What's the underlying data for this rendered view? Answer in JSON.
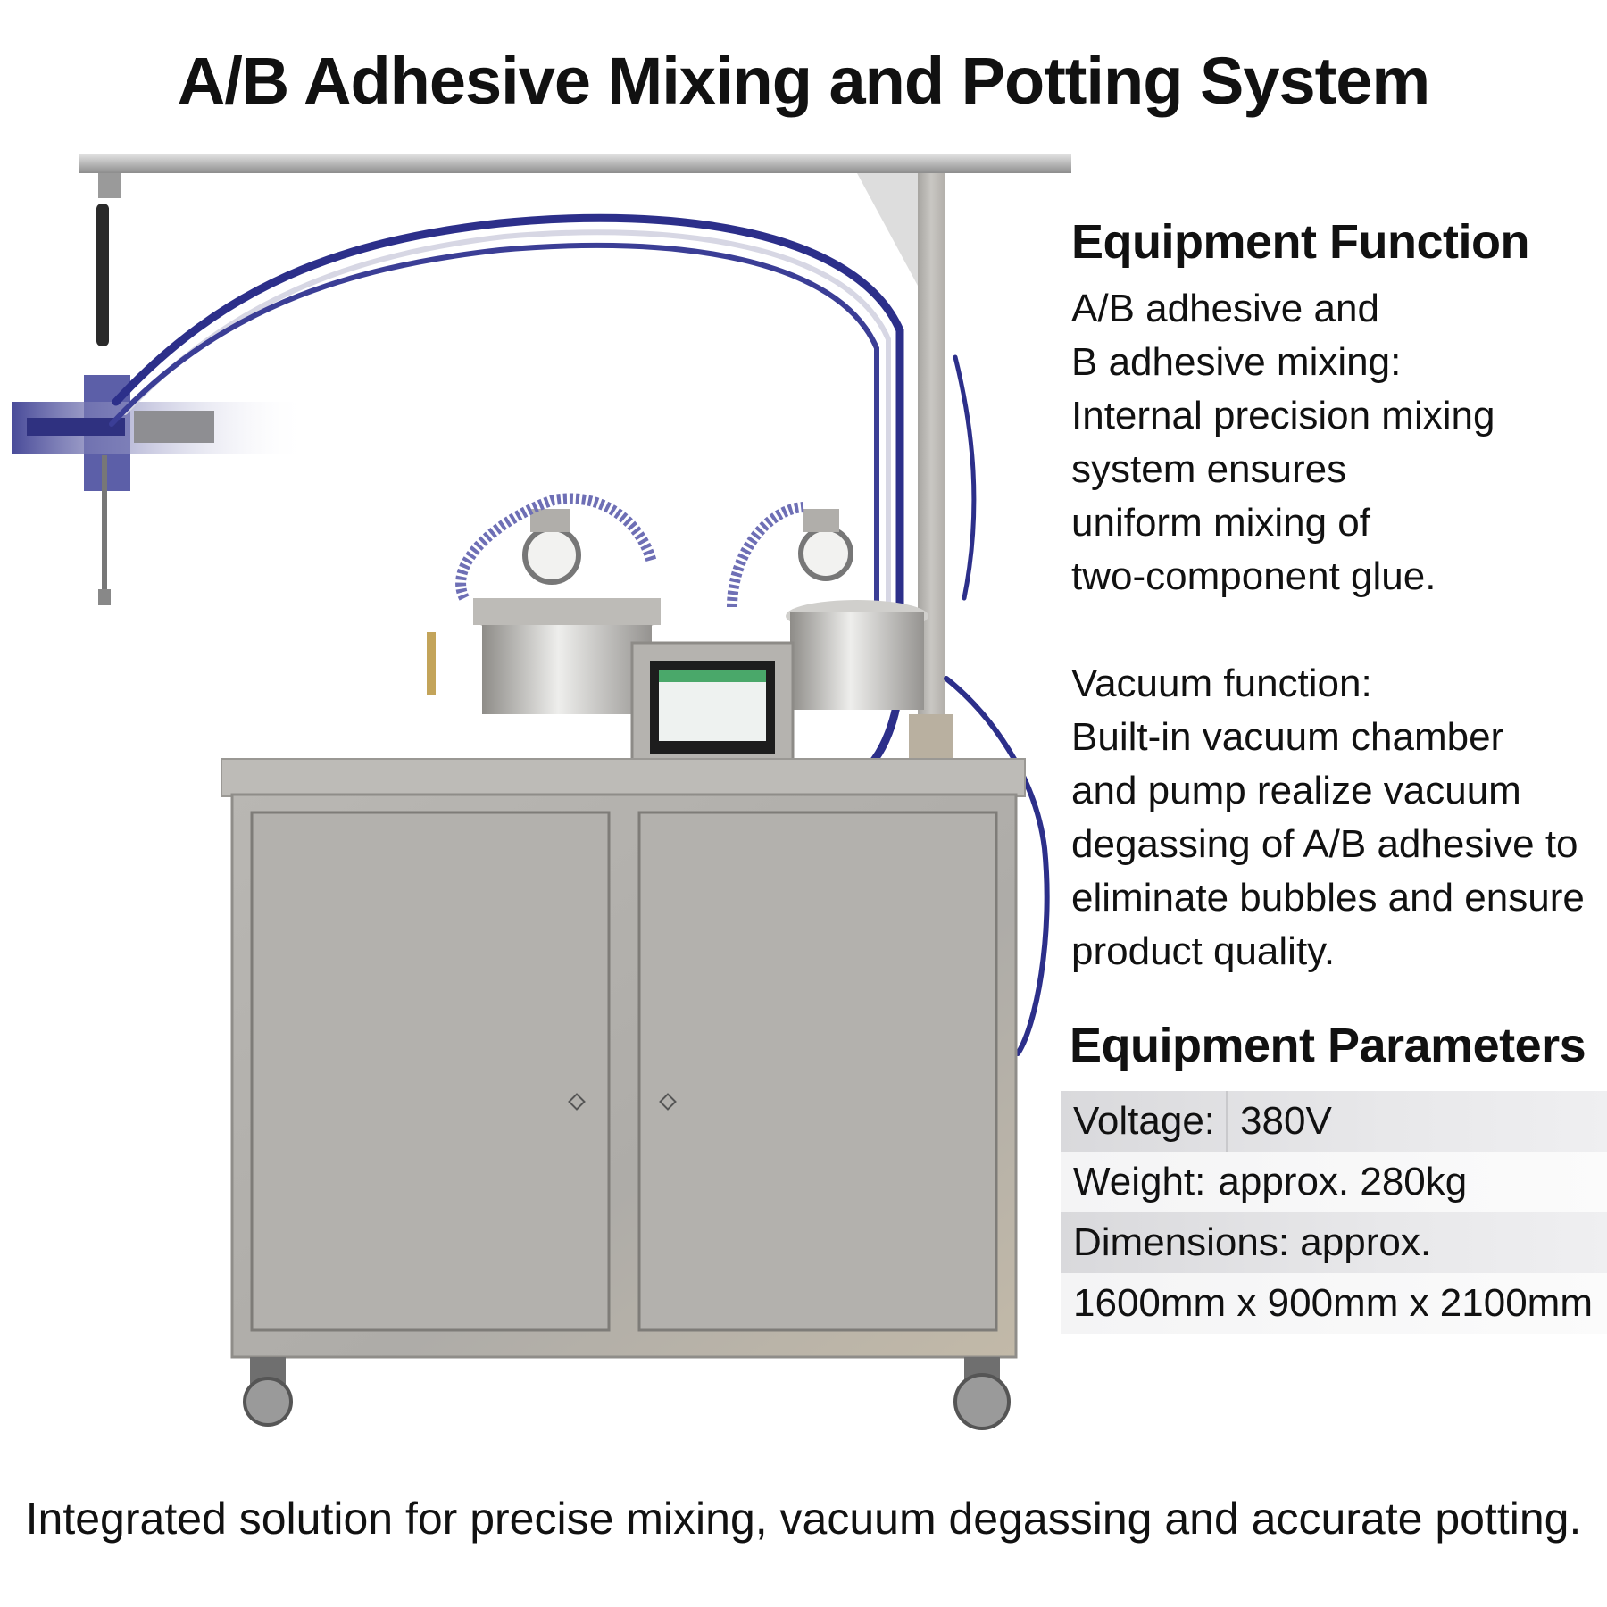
{
  "title": "A/B Adhesive Mixing and Potting System",
  "equipment_function": {
    "heading": "Equipment Function",
    "block1": [
      "A/B adhesive and",
      "B adhesive mixing:",
      "Internal precision mixing",
      "system ensures",
      "uniform mixing of",
      "two-component glue."
    ],
    "block2": [
      "Vacuum function:",
      "Built-in vacuum chamber",
      "and pump realize vacuum",
      "degassing of A/B adhesive to",
      "eliminate bubbles and ensure",
      "product quality."
    ]
  },
  "equipment_parameters": {
    "heading": "Equipment Parameters",
    "voltage_label": "Voltage:",
    "voltage_value": "380V",
    "weight_label": "Weight:",
    "weight_value": "approx. 280kg",
    "dimensions_label": "Dimensions: approx.",
    "dimensions_value": "1600mm x 900mm x 2100mm"
  },
  "footer": "Integrated solution for precise mixing, vacuum degassing and accurate potting.",
  "colors": {
    "steel": "#b8b6b2",
    "steel_dark": "#8f8d89",
    "hose_blue": "#2c2f8a",
    "accent_yellow": "#f2d21b"
  }
}
